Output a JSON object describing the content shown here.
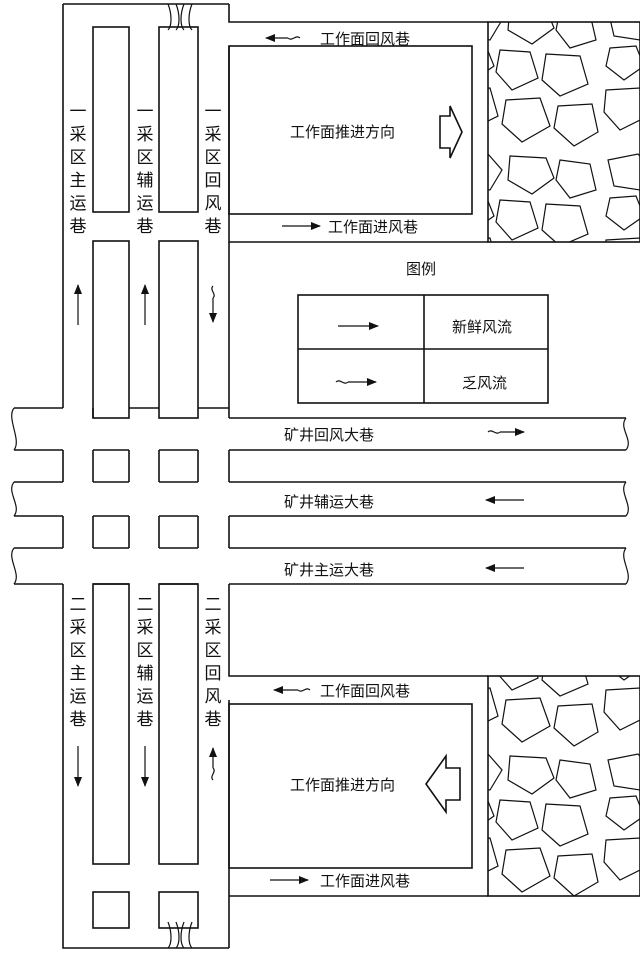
{
  "roadways": {
    "mine_return": "矿井回风大巷",
    "mine_aux": "矿井辅运大巷",
    "mine_main": "矿井主运大巷"
  },
  "district_1": {
    "main_haul": "一采区主运巷",
    "aux_haul": "一采区辅运巷",
    "return": "一采区回风巷",
    "face_return": "工作面回风巷",
    "face_intake": "工作面进风巷",
    "advance": "工作面推进方向"
  },
  "district_2": {
    "main_haul": "二采区主运巷",
    "aux_haul": "二采区辅运巷",
    "return": "二采区回风巷",
    "face_return": "工作面回风巷",
    "face_intake": "工作面进风巷",
    "advance": "工作面推进方向"
  },
  "legend": {
    "title": "图例",
    "fresh": "新鲜风流",
    "stale": "乏风流"
  }
}
